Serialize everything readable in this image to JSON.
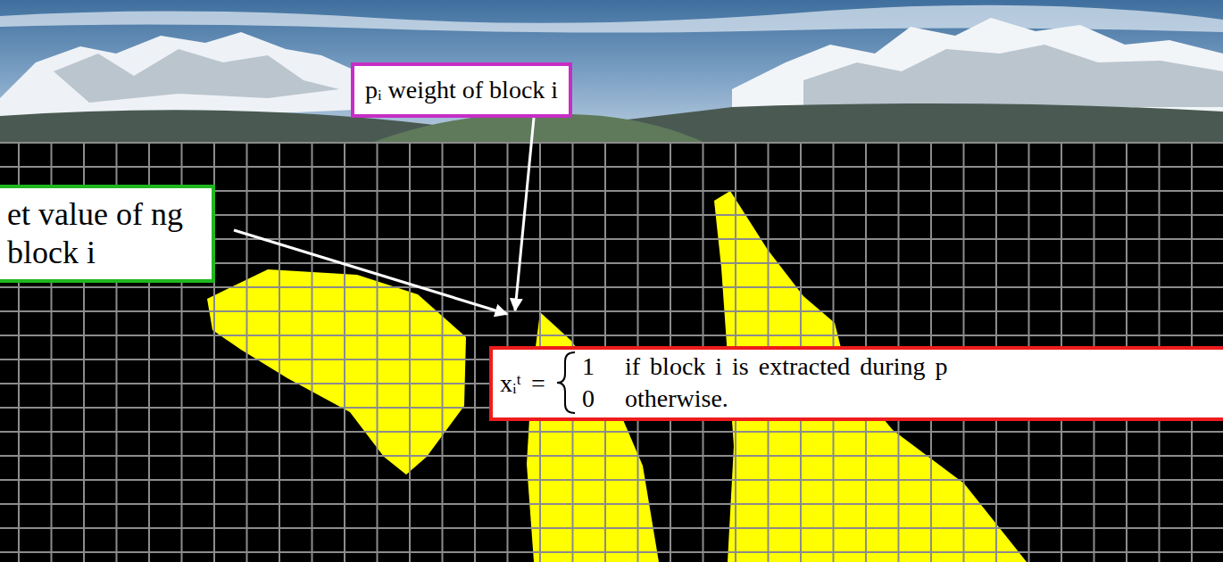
{
  "diagram": {
    "nodes": [
      {
        "text": [
          "et value of ng block i"
        ]
      },
      {
        "text": [
          "pᵢ weight of block i"
        ]
      },
      {
        "text": [
          "xᵢᵗ =",
          "1",
          "if block i is extracted during p",
          "0",
          "otherwise."
        ]
      }
    ]
  }
}
